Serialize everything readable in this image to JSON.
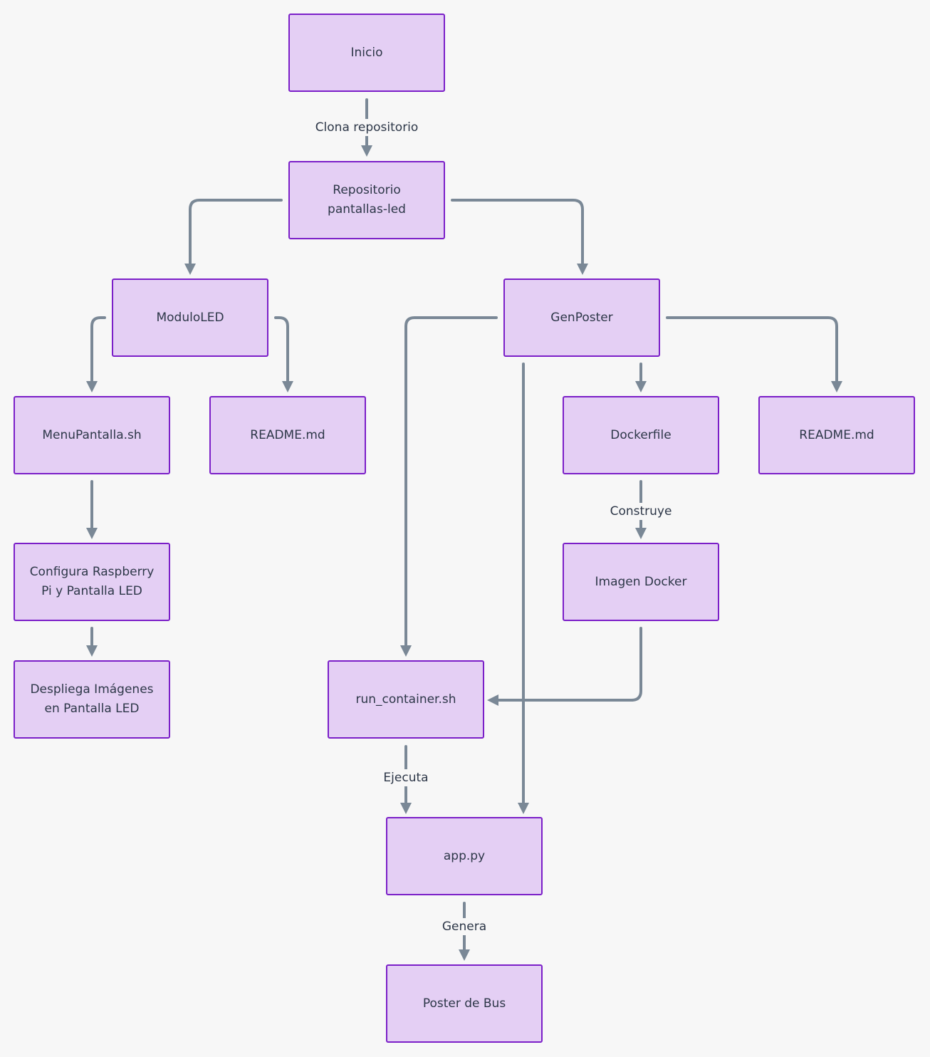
{
  "colors": {
    "background": "#f7f7f7",
    "node_fill": "#e4cff4",
    "node_border": "#7b1fc8",
    "edge": "#7a8896",
    "text": "#2d3748"
  },
  "nodes": {
    "inicio": "Inicio",
    "repo": "Repositorio\npantallas-led",
    "moduloled": "ModuloLED",
    "genposter": "GenPoster",
    "menupantalla": "MenuPantalla.sh",
    "readme_led": "README.md",
    "dockerfile": "Dockerfile",
    "readme_gen": "README.md",
    "configura": "Configura Raspberry\nPi y Pantalla LED",
    "imagen": "Imagen Docker",
    "despliega": "Despliega Imágenes\nen Pantalla LED",
    "run": "run_container.sh",
    "app": "app.py",
    "poster": "Poster de Bus"
  },
  "edge_labels": {
    "clona": "Clona repositorio",
    "construye": "Construye",
    "ejecuta": "Ejecuta",
    "genera": "Genera"
  }
}
